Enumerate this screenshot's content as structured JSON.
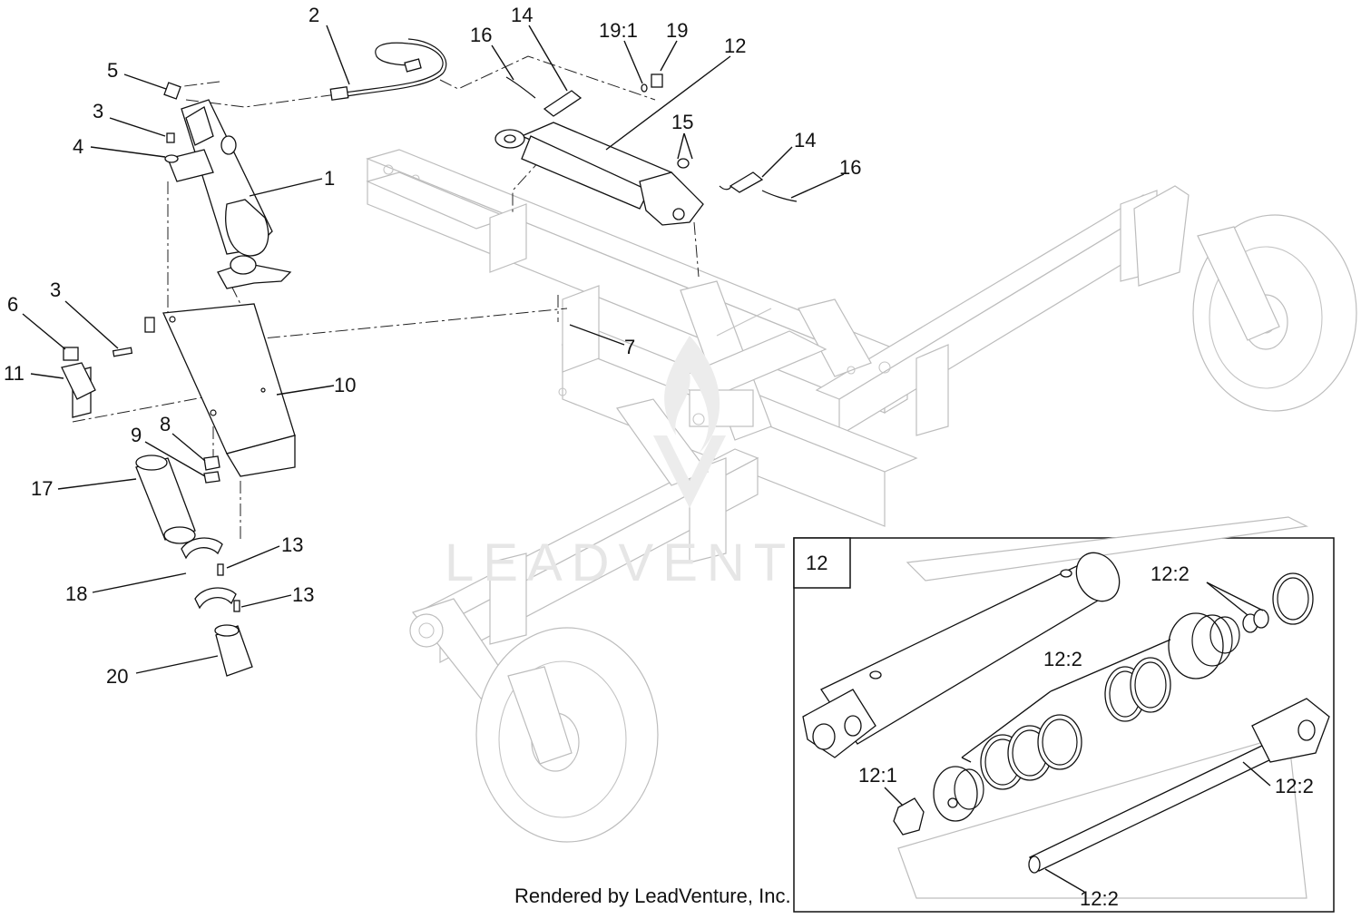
{
  "watermark": "LEADVENTURE",
  "credit": "Rendered by LeadVenture, Inc.",
  "inset": {
    "label": "12"
  },
  "callouts": [
    {
      "id": "c2",
      "text": "2"
    },
    {
      "id": "c14a",
      "text": "14"
    },
    {
      "id": "c16a",
      "text": "16"
    },
    {
      "id": "c19_1",
      "text": "19:1"
    },
    {
      "id": "c19",
      "text": "19"
    },
    {
      "id": "c12",
      "text": "12"
    },
    {
      "id": "c5",
      "text": "5"
    },
    {
      "id": "c3a",
      "text": "3"
    },
    {
      "id": "c4",
      "text": "4"
    },
    {
      "id": "c1",
      "text": "1"
    },
    {
      "id": "c15",
      "text": "15"
    },
    {
      "id": "c14b",
      "text": "14"
    },
    {
      "id": "c16b",
      "text": "16"
    },
    {
      "id": "c3b",
      "text": "3"
    },
    {
      "id": "c6",
      "text": "6"
    },
    {
      "id": "c7",
      "text": "7"
    },
    {
      "id": "c11",
      "text": "11"
    },
    {
      "id": "c10",
      "text": "10"
    },
    {
      "id": "c8",
      "text": "8"
    },
    {
      "id": "c9",
      "text": "9"
    },
    {
      "id": "c17",
      "text": "17"
    },
    {
      "id": "c13a",
      "text": "13"
    },
    {
      "id": "c18",
      "text": "18"
    },
    {
      "id": "c13b",
      "text": "13"
    },
    {
      "id": "c20",
      "text": "20"
    },
    {
      "id": "c12_2a",
      "text": "12:2"
    },
    {
      "id": "c12_2b",
      "text": "12:2"
    },
    {
      "id": "c12_1",
      "text": "12:1"
    },
    {
      "id": "c12_2c",
      "text": "12:2"
    },
    {
      "id": "c12_2d",
      "text": "12:2"
    }
  ]
}
